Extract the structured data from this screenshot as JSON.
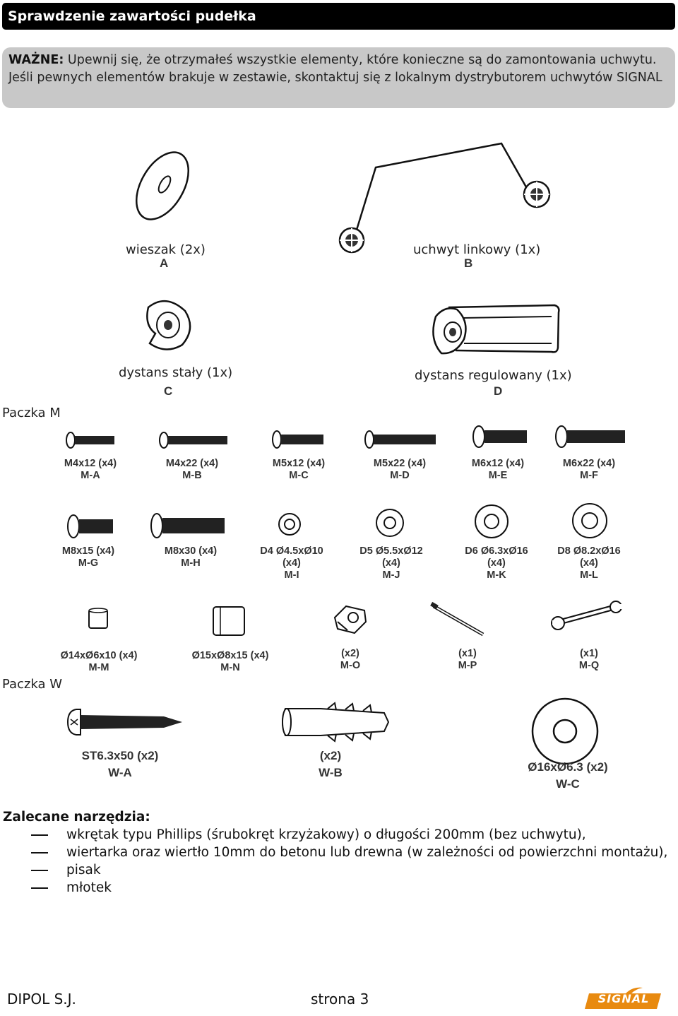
{
  "header": {
    "title": "Sprawdzenie zawartości pudełka"
  },
  "notice": {
    "label": "WAŻNE:",
    "text": " Upewnij się, że otrzymałeś wszystkie elementy, które konieczne są do zamontowania uchwytu. Jeśli pewnych elementów brakuje w zestawie, skontaktuj się z lokalnym dystrybutorem uchwytów SIGNAL"
  },
  "parts": {
    "a": {
      "label": "wieszak (2x)",
      "code": "A"
    },
    "b": {
      "label": "uchwyt linkowy (1x)",
      "code": "B"
    },
    "c": {
      "label": "dystans stały (1x)",
      "code": "C"
    },
    "d": {
      "label": "dystans regulowany (1x)",
      "code": "D"
    }
  },
  "packages": {
    "m": "Paczka M",
    "w": "Paczka W"
  },
  "pack_m": [
    {
      "spec": "M4x12 (x4)",
      "code": "M-A"
    },
    {
      "spec": "M4x22 (x4)",
      "code": "M-B"
    },
    {
      "spec": "M5x12 (x4)",
      "code": "M-C"
    },
    {
      "spec": "M5x22 (x4)",
      "code": "M-D"
    },
    {
      "spec": "M6x12 (x4)",
      "code": "M-E"
    },
    {
      "spec": "M6x22 (x4)",
      "code": "M-F"
    },
    {
      "spec": "M8x15 (x4)",
      "code": "M-G"
    },
    {
      "spec": "M8x30 (x4)",
      "code": "M-H"
    },
    {
      "spec": "D4 Ø4.5xØ10",
      "qty": "(x4)",
      "code": "M-I"
    },
    {
      "spec": "D5 Ø5.5xØ12",
      "qty": "(x4)",
      "code": "M-J"
    },
    {
      "spec": "D6 Ø6.3xØ16",
      "qty": "(x4)",
      "code": "M-K"
    },
    {
      "spec": "D8 Ø8.2xØ16",
      "qty": "(x4)",
      "code": "M-L"
    },
    {
      "spec": "Ø14xØ6x10 (x4)",
      "code": "M-M"
    },
    {
      "spec": "Ø15xØ8x15 (x4)",
      "code": "M-N"
    },
    {
      "spec": "(x2)",
      "code": "M-O"
    },
    {
      "spec": "(x1)",
      "code": "M-P"
    },
    {
      "spec": "(x1)",
      "code": "M-Q"
    }
  ],
  "pack_w": [
    {
      "spec": "ST6.3x50 (x2)",
      "code": "W-A"
    },
    {
      "spec": "(x2)",
      "code": "W-B"
    },
    {
      "spec": "Ø16xØ6.3 (x2)",
      "code": "W-C"
    }
  ],
  "tools": {
    "heading": "Zalecane narzędzia:",
    "items": [
      "wkrętak typu Phillips (śrubokręt krzyżakowy) o długości 200mm (bez uchwytu),",
      "wiertarka oraz wiertło 10mm do betonu lub drewna (w zależności od powierzchni montażu),",
      "pisak",
      "młotek"
    ]
  },
  "footer": {
    "company": "DIPOL S.J.",
    "page": "strona 3",
    "logo": "SIGNAL"
  }
}
